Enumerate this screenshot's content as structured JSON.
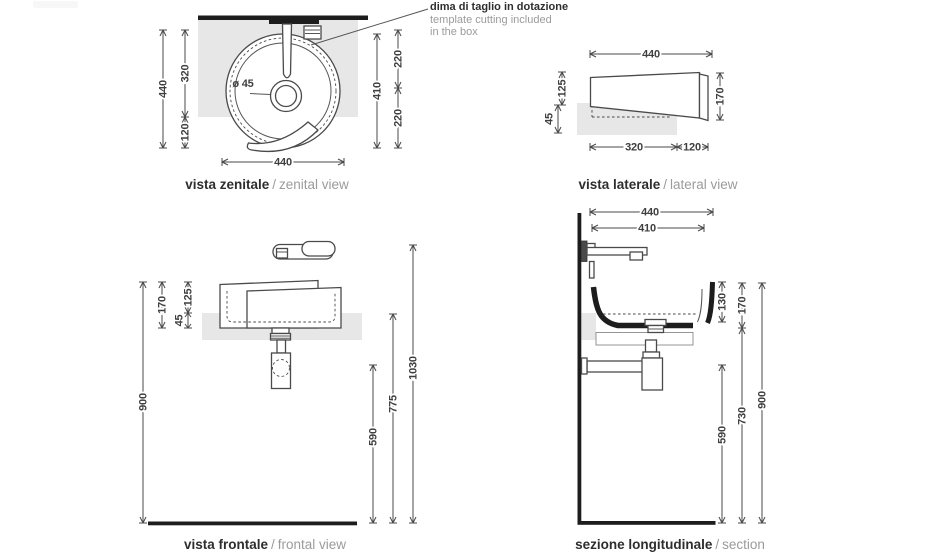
{
  "labels": {
    "separator": "/"
  },
  "callout": {
    "title": "dima di taglio in dotazione",
    "line2": "template cutting included",
    "line3": "in the box"
  },
  "views": {
    "zenital": {
      "title_it": "vista zenitale",
      "title_en": "zenital view",
      "dims": {
        "total_height": "440",
        "upper": "320",
        "lower": "120",
        "inner_height": "410",
        "right_upper": "220",
        "right_lower": "220",
        "width": "440",
        "drain": "ø 45"
      }
    },
    "lateral": {
      "title_it": "vista laterale",
      "title_en": "lateral view",
      "dims": {
        "width": "440",
        "upper": "125",
        "recess": "45",
        "height": "170",
        "inner_width": "320",
        "overhang": "120"
      }
    },
    "frontal": {
      "title_it": "vista frontale",
      "title_en": "frontal view",
      "dims": {
        "basin_height": "170",
        "above_counter": "125",
        "recess": "45",
        "counter_height": "900",
        "siphon_height": "590",
        "countertop_height": "775",
        "faucet_height": "1030"
      }
    },
    "section": {
      "title_it": "sezione longitudinale",
      "title_en": "section",
      "dims": {
        "width": "440",
        "inner_width": "410",
        "bowl_depth": "130",
        "basin_height": "170",
        "under_basin": "730",
        "siphon_height": "590",
        "total_height": "900"
      }
    }
  },
  "colors": {
    "line": "#4a4a4a",
    "thick_line": "#1d1d1d",
    "countertop_fill": "#e7e7e7",
    "label_gray": "#9b9b9b"
  }
}
